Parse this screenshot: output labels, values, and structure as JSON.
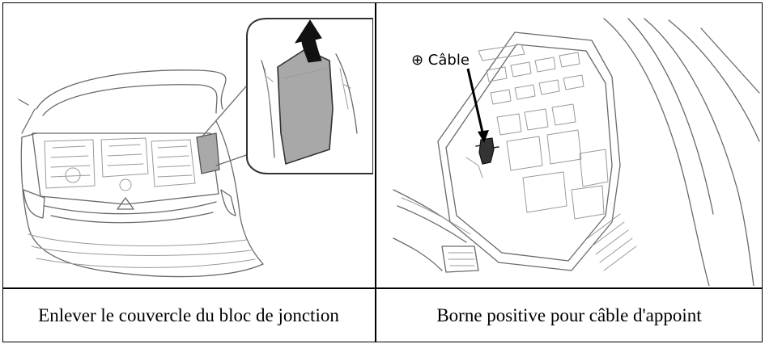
{
  "figures": {
    "left": {
      "icon": "car-engine-bay-fuse-cover-illustration",
      "caption": "Enlever le couvercle du bloc de jonction"
    },
    "right": {
      "icon": "positive-terminal-illustration",
      "label": "⊕ Câble",
      "caption": "Borne positive pour câble d'appoint"
    }
  }
}
